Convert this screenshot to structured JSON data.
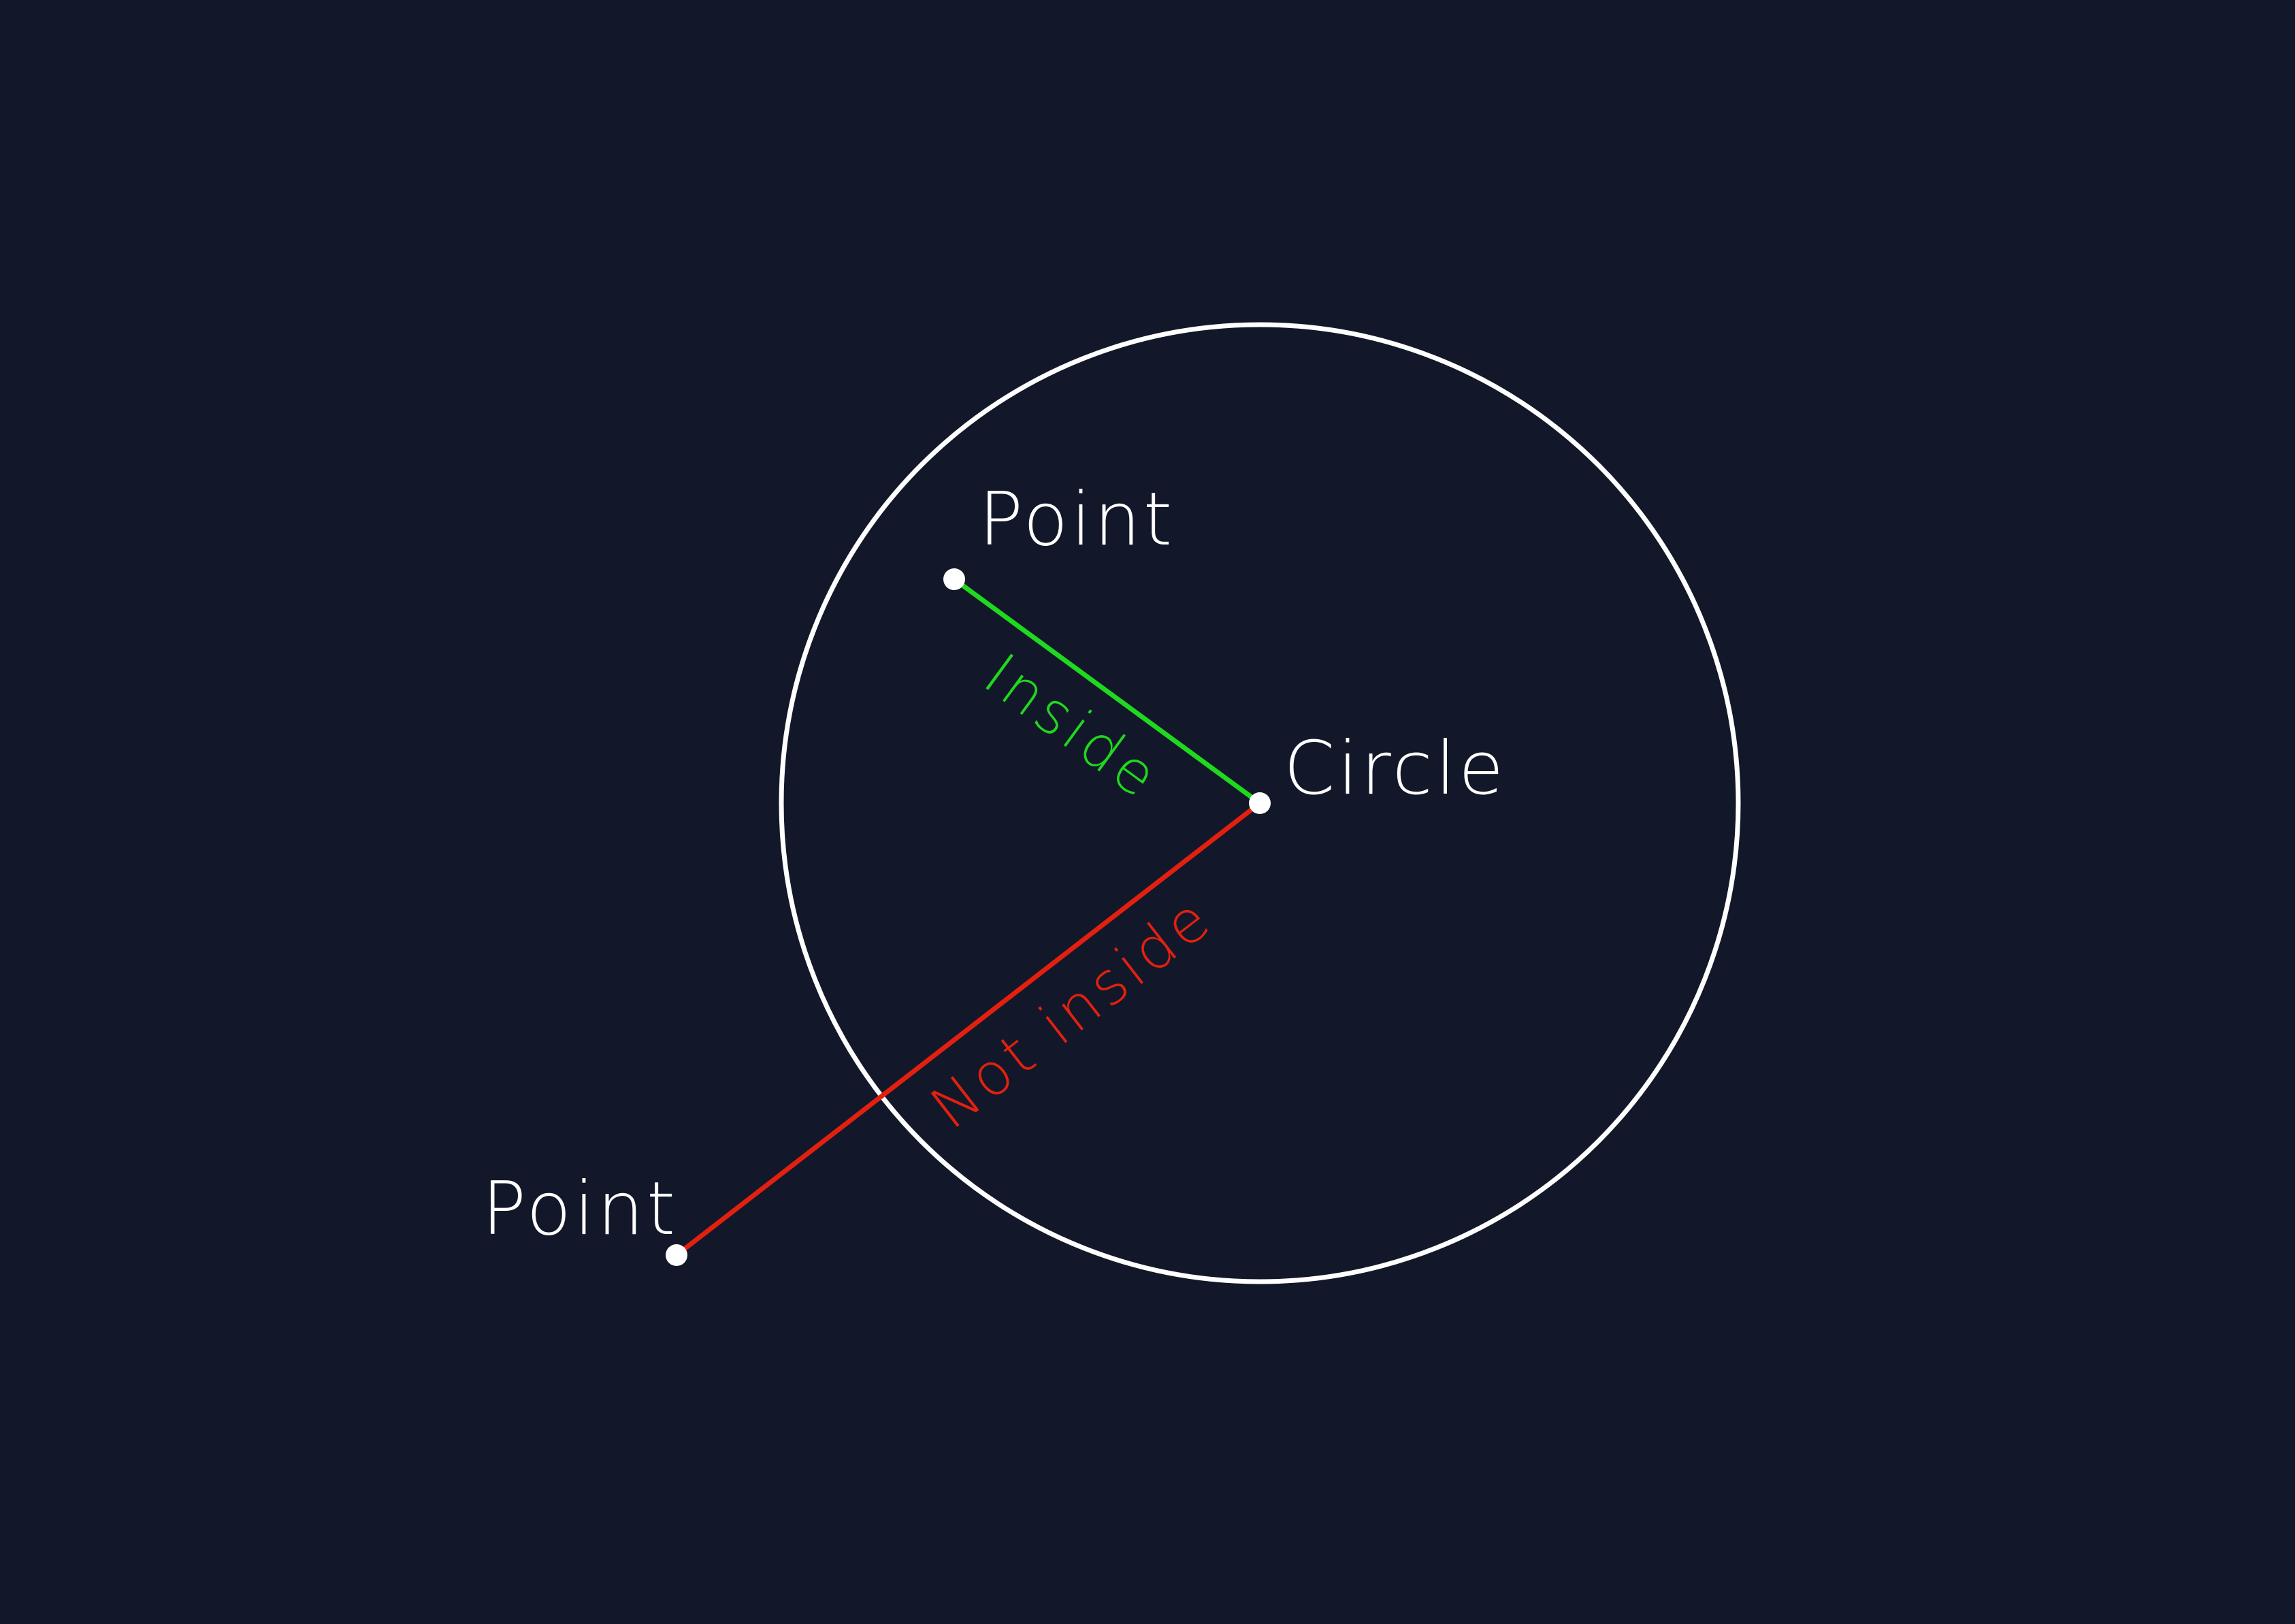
{
  "colors": {
    "background": "#121829",
    "foreground": "#ffffff",
    "inside": "#1fd81f",
    "outside": "#e3200f"
  },
  "labels": {
    "point_inside": "Point",
    "point_outside": "Point",
    "circle": "Circle",
    "inside": "Inside",
    "not_inside": "Not inside"
  }
}
